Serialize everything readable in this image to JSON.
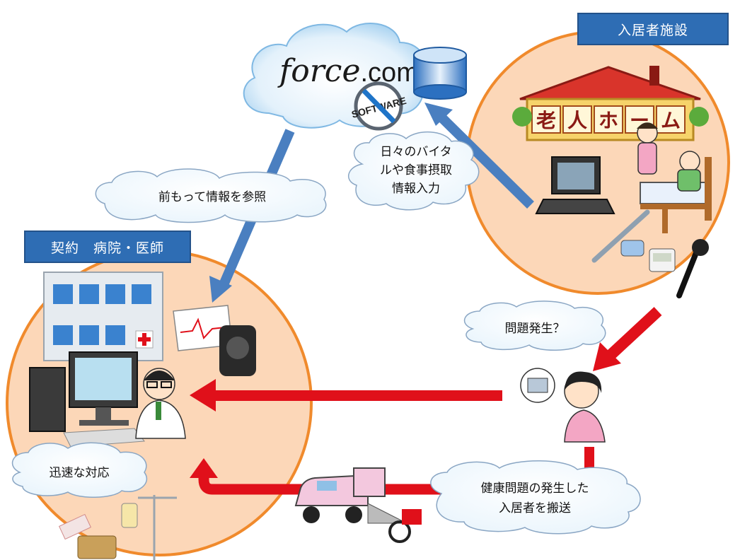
{
  "facility_label": "入居者施設",
  "hospital_label": "契約　病院・医師",
  "cloud_brand": {
    "italic_part": "force",
    "suffix": ".com"
  },
  "software_badge": "SOFTWARE",
  "nursing_home_sign": [
    "老",
    "人",
    "ホ",
    "ー",
    "ム"
  ],
  "bubbles": {
    "reference": "前もって情報を参照",
    "vitals": [
      "日々のバイタ",
      "ルや食事摂取",
      "情報入力"
    ],
    "problem": "問題発生？",
    "rapid": "迅速な対応",
    "transport": [
      "健康問題の発生した",
      "入居者を搬送"
    ]
  },
  "colors": {
    "accent_blue": "#2e6db4",
    "arrow_blue": "#4a7fc0",
    "arrow_red": "#e0101a",
    "circle_fill": "#fcd7b8",
    "circle_stroke": "#f08a2c"
  }
}
